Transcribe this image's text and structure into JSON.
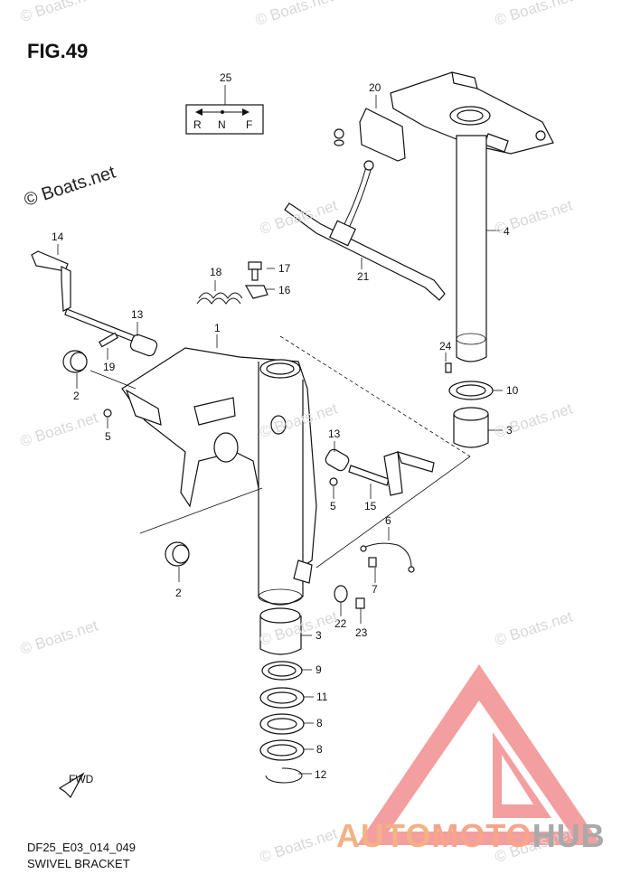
{
  "figure": {
    "title": "FIG.49",
    "drawing_code": "DF25_E03_014_049",
    "caption": "SWIVEL BRACKET"
  },
  "watermark": {
    "text": "© Boats.net"
  },
  "branding": {
    "part1": "AUTO",
    "part2": "MOTO",
    "part3": "HUB",
    "colors": {
      "auto": "#f4b183",
      "moto": "#f7a58b",
      "hub": "#a9a9a9",
      "logo": "#f08080"
    }
  },
  "shift_label": {
    "r": "R",
    "n": "N",
    "f": "F"
  },
  "fwd_label": "FWD",
  "callouts": {
    "p1": "1",
    "p2a": "2",
    "p2b": "2",
    "p3a": "3",
    "p3b": "3",
    "p4": "4",
    "p5a": "5",
    "p5b": "5",
    "p6": "6",
    "p7": "7",
    "p8a": "8",
    "p8b": "8",
    "p9": "9",
    "p10": "10",
    "p11": "11",
    "p12": "12",
    "p13a": "13",
    "p13b": "13",
    "p14": "14",
    "p15": "15",
    "p16": "16",
    "p17": "17",
    "p18": "18",
    "p19": "19",
    "p20": "20",
    "p21": "21",
    "p22": "22",
    "p23": "23",
    "p24": "24",
    "p25": "25"
  }
}
